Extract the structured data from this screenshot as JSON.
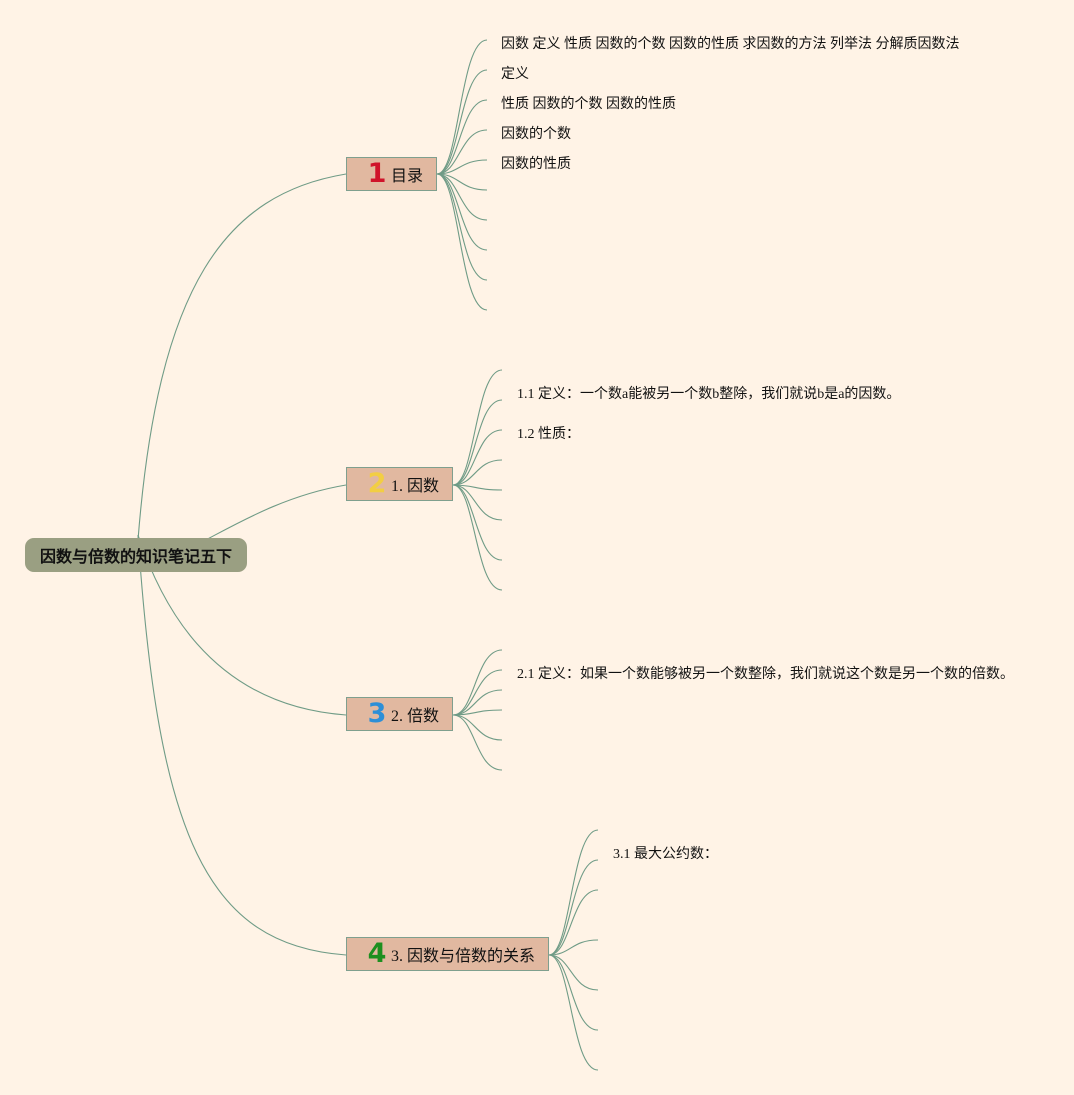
{
  "root": {
    "label": "因数与倍数的知识笔记五下"
  },
  "branches": [
    {
      "badge": "1",
      "label": "目录",
      "children": [
        "因数 定义 性质 因数的个数 因数的性质 求因数的方法 列举法 分解质因数法",
        "定义",
        "性质 因数的个数 因数的性质",
        "因数的个数",
        "因数的性质"
      ]
    },
    {
      "badge": "2",
      "label": "1. 因数",
      "children": [
        "1.1 定义：一个数a能被另一个数b整除，我们就说b是a的因数。",
        "1.2 性质："
      ]
    },
    {
      "badge": "3",
      "label": "2. 倍数",
      "children": [
        "2.1 定义：如果一个数能够被另一个数整除，我们就说这个数是另一个数的倍数。"
      ]
    },
    {
      "badge": "4",
      "label": "3. 因数与倍数的关系",
      "children": [
        "3.1 最大公约数："
      ]
    }
  ],
  "colors": {
    "background": "#fff3e6",
    "root_fill": "#9a9f82",
    "branch_fill": "#e1b8a0",
    "connector": "#6f9b86",
    "badge_1": "#d0132a",
    "badge_2": "#f2ce43",
    "badge_3": "#2d8fd7",
    "badge_4": "#1d8f1f"
  }
}
